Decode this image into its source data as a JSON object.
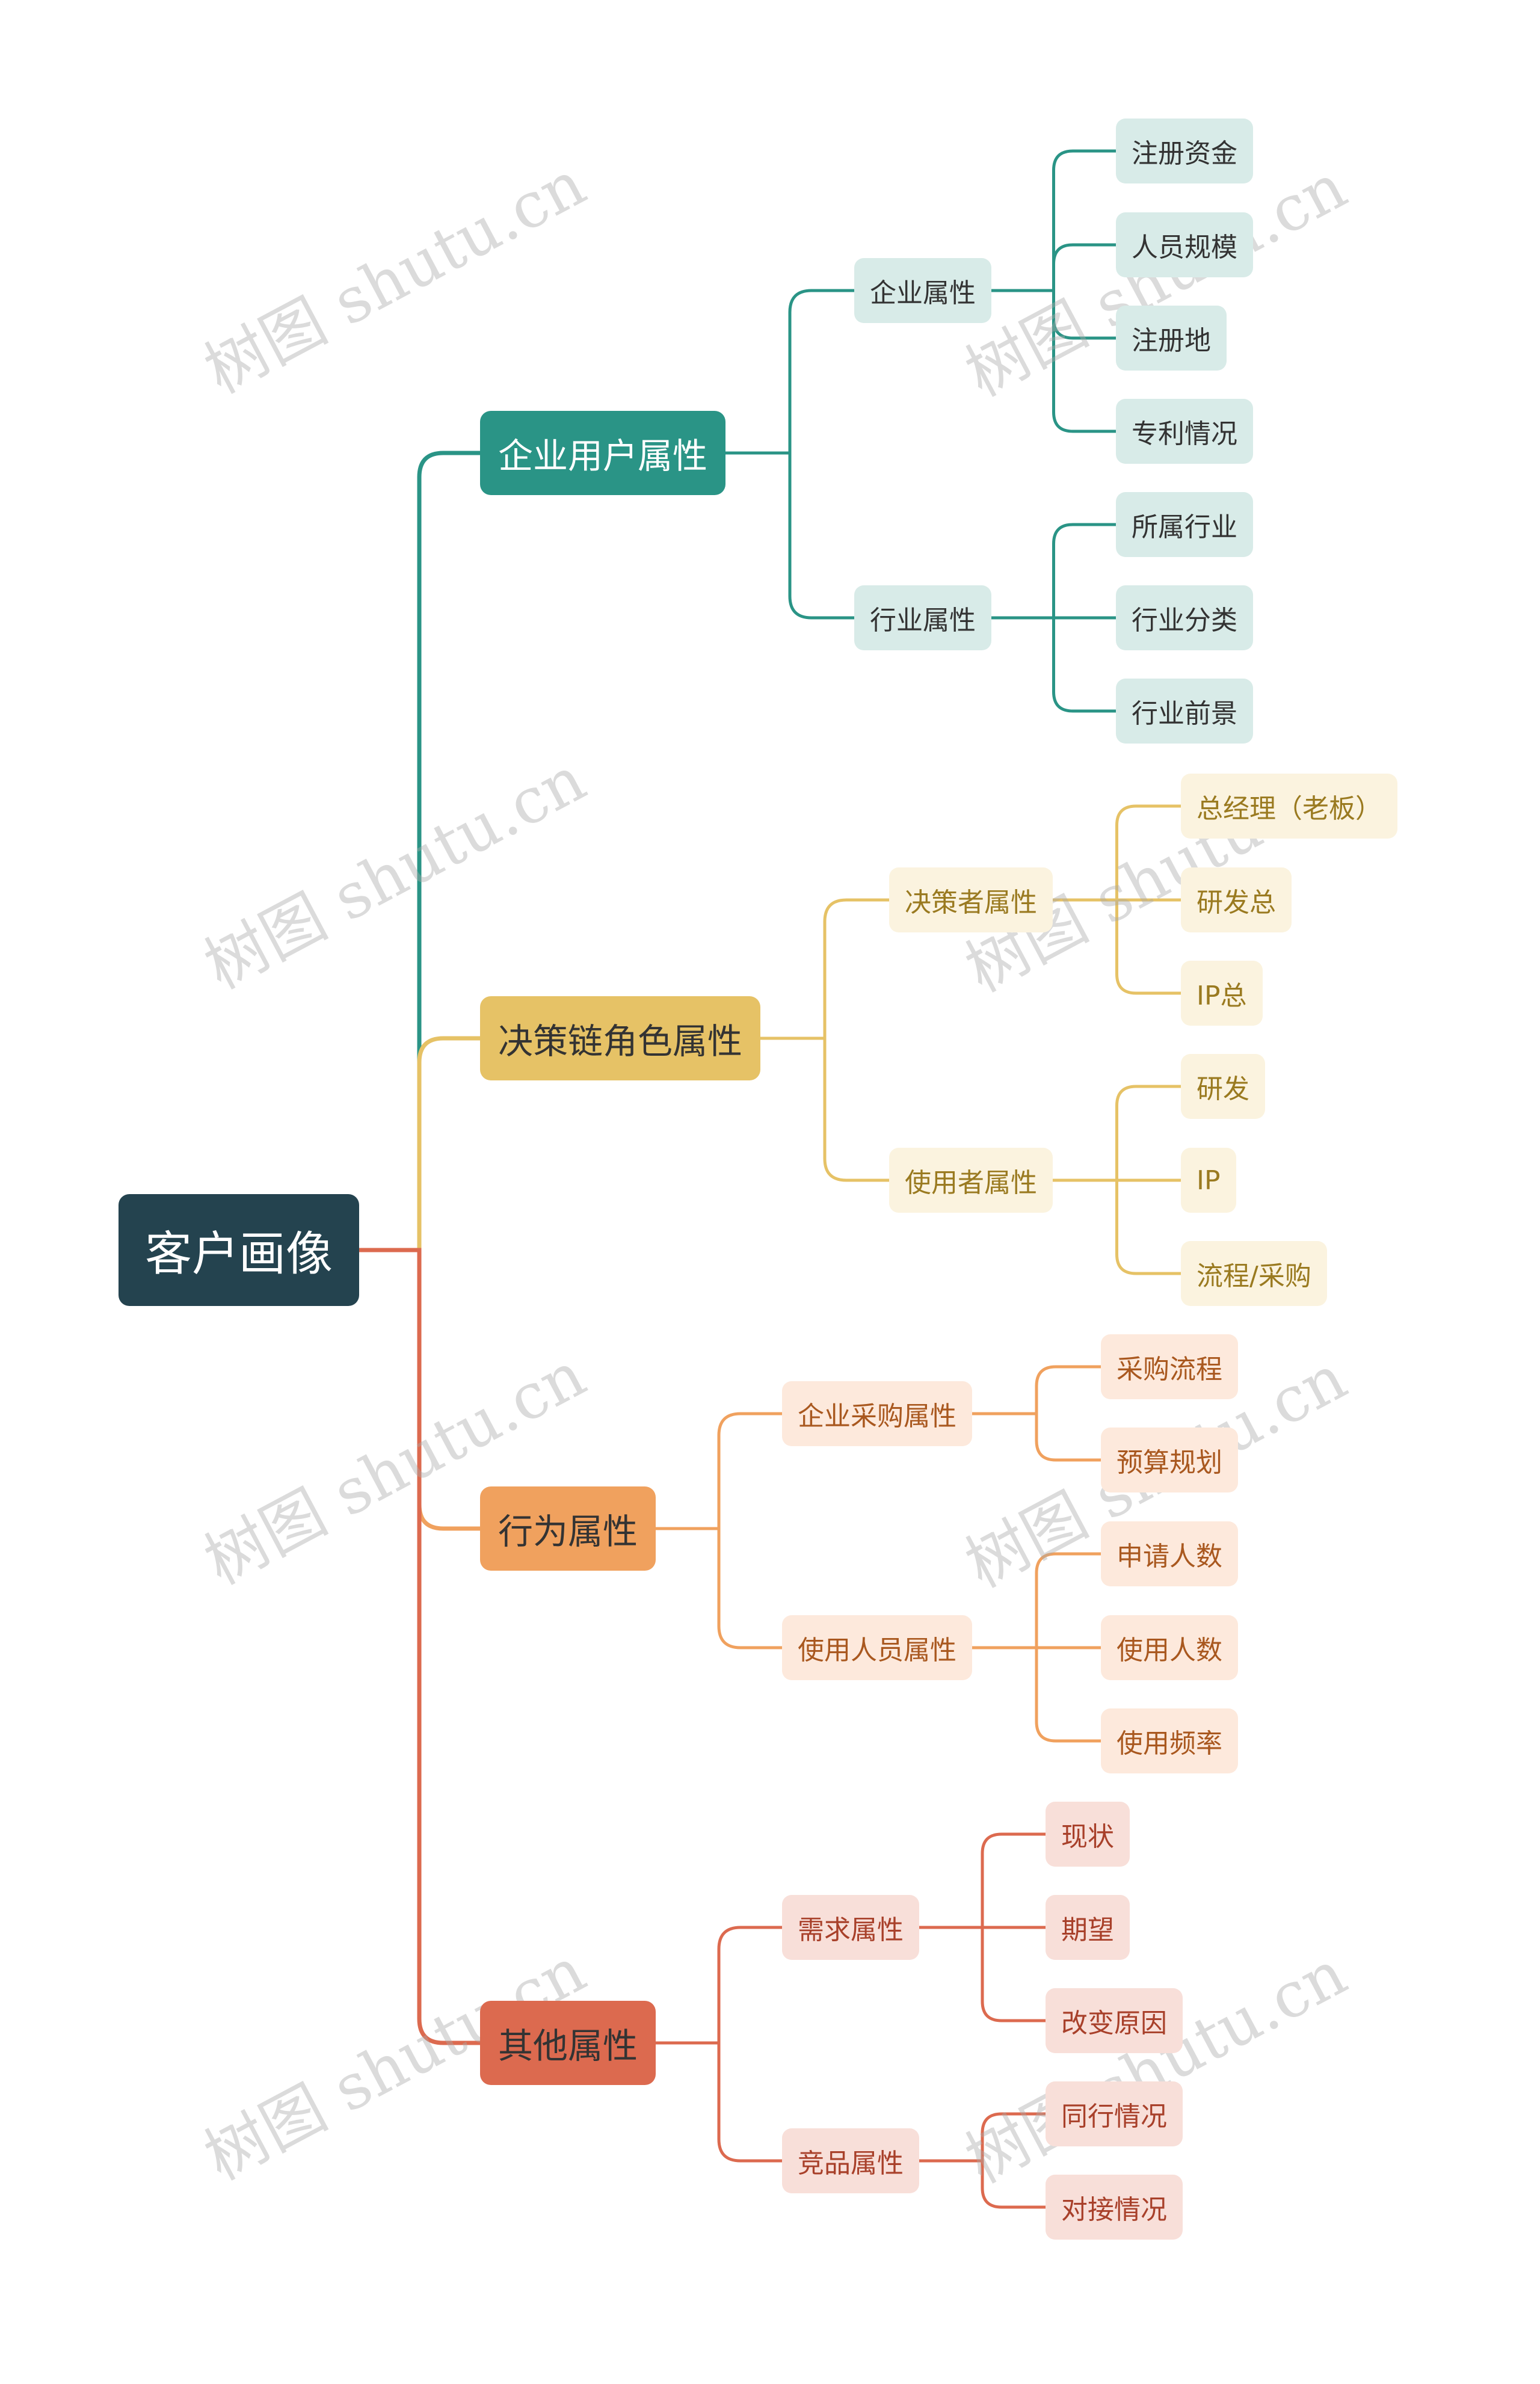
{
  "root": {
    "label": "客户画像",
    "color": "#24434f"
  },
  "branches": [
    {
      "label": "企业用户属性",
      "color": "#2a9486",
      "text_color": "#ffffff",
      "sub_bg": "#d8ebe8",
      "sub_text": "#333333",
      "children": [
        {
          "label": "企业属性",
          "children": [
            "注册资金",
            "人员规模",
            "注册地",
            "专利情况"
          ]
        },
        {
          "label": "行业属性",
          "children": [
            "所属行业",
            "行业分类",
            "行业前景"
          ]
        }
      ]
    },
    {
      "label": "决策链角色属性",
      "color": "#e6c266",
      "text_color": "#333333",
      "sub_bg": "#fbf3df",
      "sub_text": "#9a7a20",
      "children": [
        {
          "label": "决策者属性",
          "children": [
            "总经理（老板）",
            "研发总",
            "IP总"
          ]
        },
        {
          "label": "使用者属性",
          "children": [
            "研发",
            "IP",
            "流程/采购"
          ]
        }
      ]
    },
    {
      "label": "行为属性",
      "color": "#f0a15e",
      "text_color": "#333333",
      "sub_bg": "#fde9dc",
      "sub_text": "#a9581f",
      "children": [
        {
          "label": "企业采购属性",
          "children": [
            "采购流程",
            "预算规划"
          ]
        },
        {
          "label": "使用人员属性",
          "children": [
            "申请人数",
            "使用人数",
            "使用频率"
          ]
        }
      ]
    },
    {
      "label": "其他属性",
      "color": "#dc6a4f",
      "text_color": "#333333",
      "sub_bg": "#f8dfd9",
      "sub_text": "#a8402a",
      "children": [
        {
          "label": "需求属性",
          "children": [
            "现状",
            "期望",
            "改变原因"
          ]
        },
        {
          "label": "竞品属性",
          "children": [
            "同行情况",
            "对接情况"
          ]
        }
      ]
    }
  ],
  "watermark": "树图 shutu.cn"
}
